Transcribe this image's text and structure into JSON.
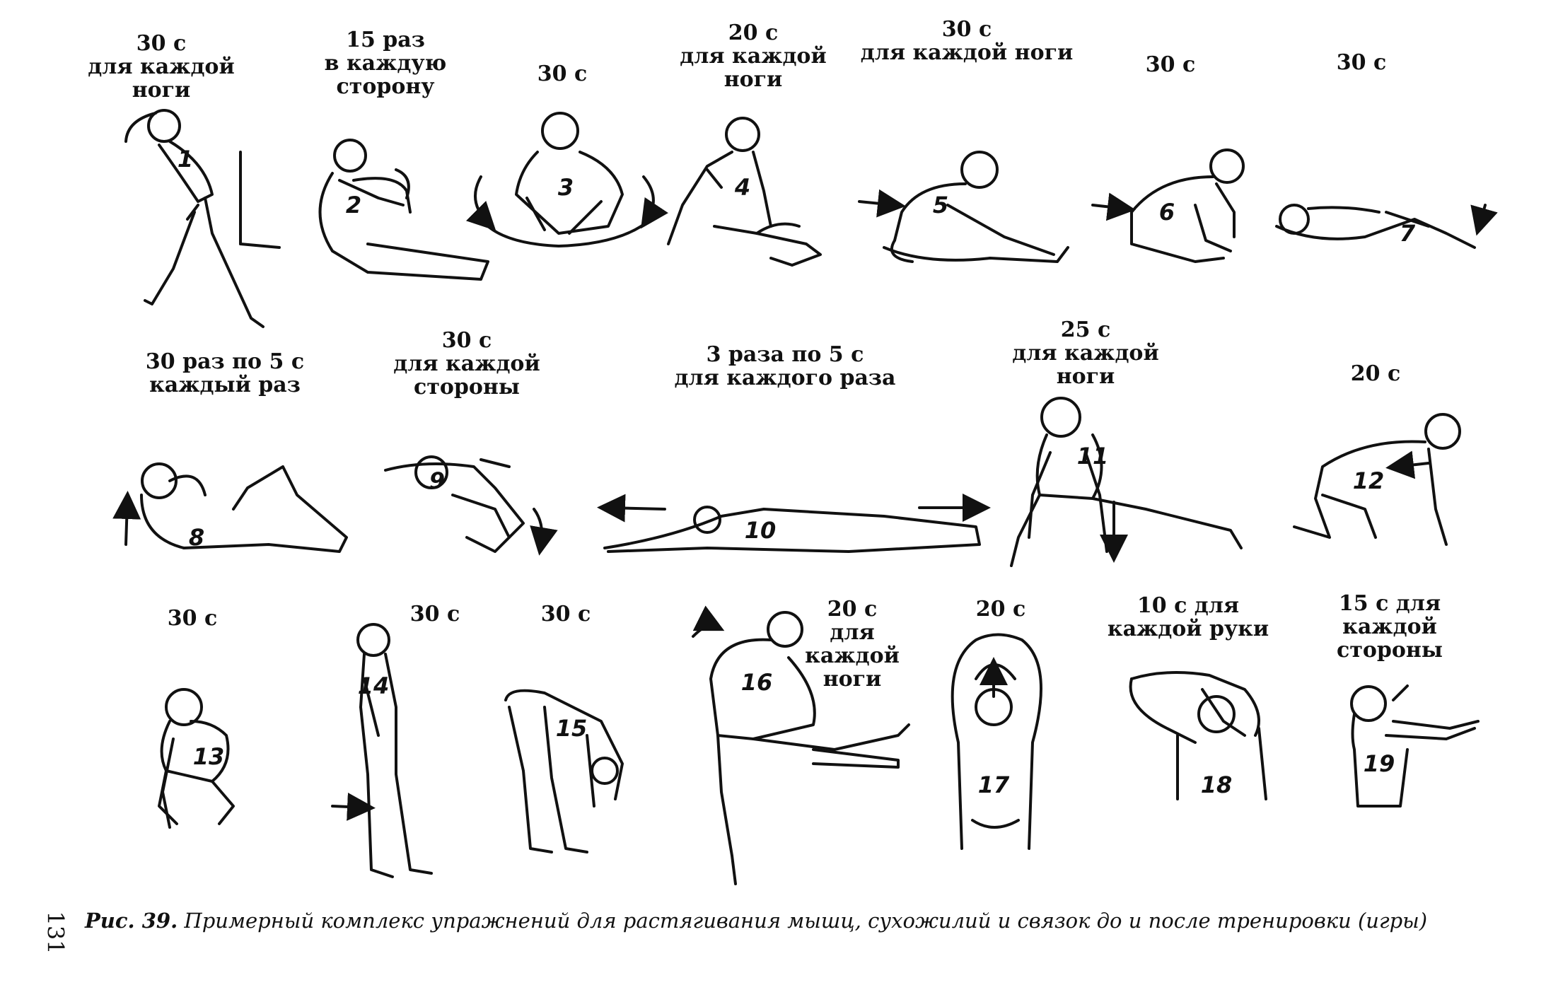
{
  "exercises": [
    {
      "number": "1",
      "label": "30 с\nдля каждой\nноги"
    },
    {
      "number": "2",
      "label": "15 раз\nв каждую\nсторону"
    },
    {
      "number": "3",
      "label": "30 с"
    },
    {
      "number": "4",
      "label": "20 с\nдля каждой\nноги"
    },
    {
      "number": "5",
      "label": "30 с\nдля каждой ноги"
    },
    {
      "number": "6",
      "label": "30 с"
    },
    {
      "number": "7",
      "label": "30 с"
    },
    {
      "number": "8",
      "label": "30 раз по 5 с\nкаждый раз"
    },
    {
      "number": "9",
      "label": "30 с\nдля каждой\nстороны"
    },
    {
      "number": "10",
      "label": "3 раза по 5 с\nдля каждого раза"
    },
    {
      "number": "11",
      "label": "25 с\nдля каждой\nноги"
    },
    {
      "number": "12",
      "label": "20 с"
    },
    {
      "number": "13",
      "label": "30 с"
    },
    {
      "number": "14",
      "label": "30 с"
    },
    {
      "number": "15",
      "label": "30 с"
    },
    {
      "number": "16",
      "label": "20 с\nдля\nкаждой\nноги"
    },
    {
      "number": "17",
      "label": "20 с"
    },
    {
      "number": "18",
      "label": "10 с для\nкаждой руки"
    },
    {
      "number": "19",
      "label": "15 с для\nкаждой стороны"
    }
  ],
  "caption": {
    "label": "Рис. 39.",
    "text": "Примерный комплекс упражнений для растягивания мышц,  сухожилий и связок до и после тренировки (игры)"
  },
  "page_number": "131",
  "colors": {
    "ink": "#111111",
    "paper": "#ffffff"
  }
}
